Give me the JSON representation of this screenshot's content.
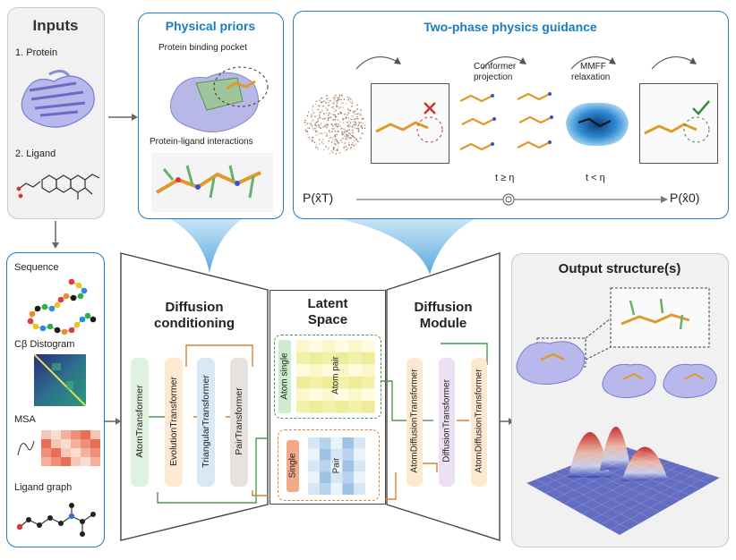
{
  "inputs": {
    "title": "Inputs",
    "protein_label": "1. Protein",
    "ligand_label": "2. Ligand"
  },
  "features": {
    "sequence": "Sequence",
    "distogram": "Cβ Distogram",
    "msa": "MSA",
    "ligand_graph": "Ligand graph"
  },
  "priors": {
    "title": "Physical priors",
    "pocket": "Protein binding pocket",
    "interactions": "Protein-ligand interactions"
  },
  "guidance": {
    "title": "Two-phase physics guidance",
    "conformer_1": "Conformer",
    "conformer_2": "projection",
    "mmff_1": "MMFF",
    "mmff_2": "relaxation",
    "t_ge": "t ≥ η",
    "t_lt": "t < η",
    "p_start": "P(x̂T)",
    "p_end": "P(x̂0)"
  },
  "conditioning": {
    "title_1": "Diffusion",
    "title_2": "conditioning",
    "blocks": [
      "AtomTransformer",
      "EvolutionTransformer",
      "TriangularTransformer",
      "PairTransformer"
    ]
  },
  "latent": {
    "title_1": "Latent",
    "title_2": "Space",
    "atom_single": "Atom single",
    "atom_pair": "Atom pair",
    "single": "Single",
    "pair": "Pair"
  },
  "module": {
    "title_1": "Diffusion",
    "title_2": "Module",
    "blocks": [
      "AtomDiffusionTransformer",
      "DiffusionTransformer",
      "AtomDiffusionTransformer"
    ]
  },
  "output": {
    "title": "Output structure(s)"
  },
  "colors": {
    "blue": "#1a7cc1",
    "green_block": "#dff1df",
    "peach_block": "#fde9cf",
    "lightblue_block": "#d8e8f5",
    "gray_block": "#e6e2df",
    "lavender_block": "#ece1f3",
    "orange_line": "#d9823a",
    "green_line": "#4a9a48"
  }
}
